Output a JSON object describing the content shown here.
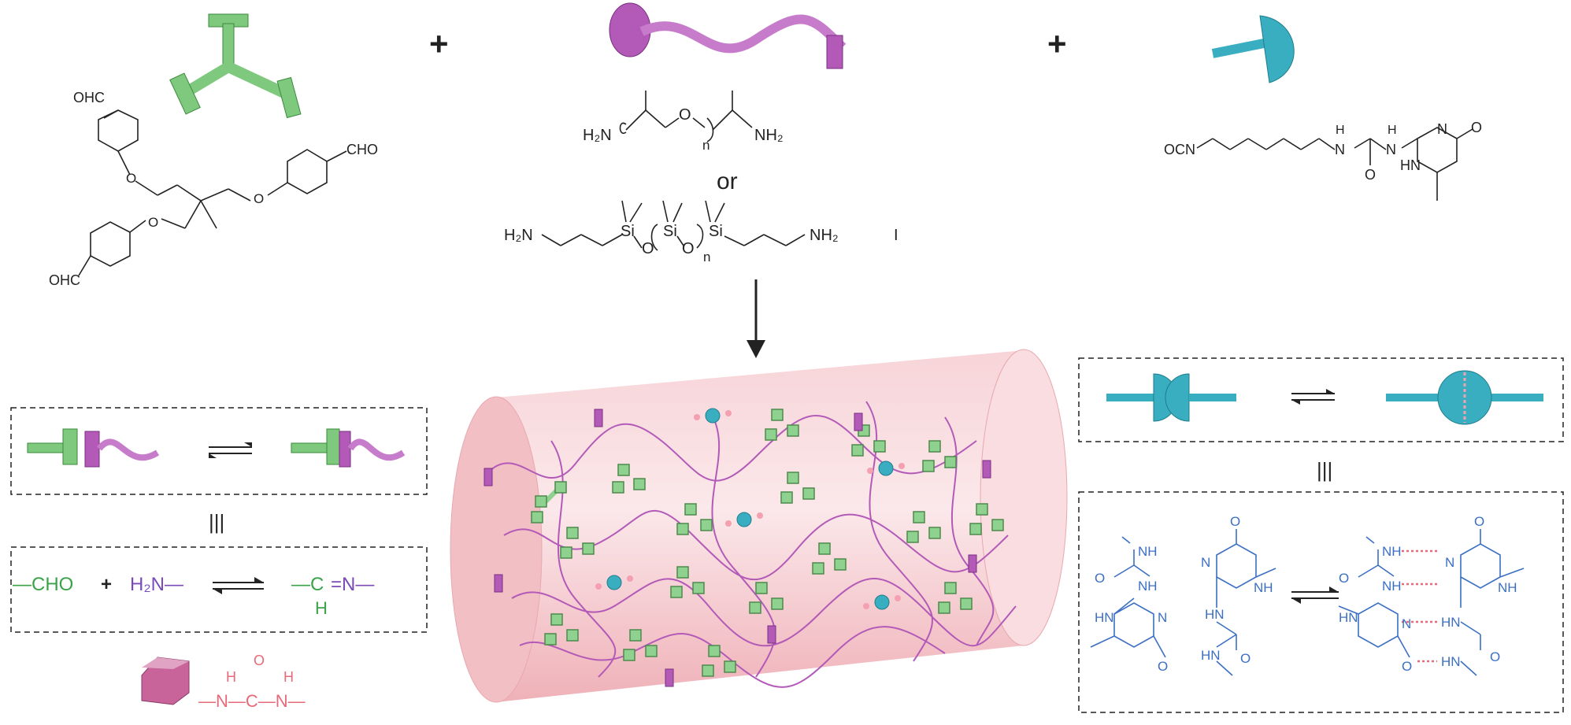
{
  "colors": {
    "green": "#7fc97f",
    "green_dark": "#3a8a3a",
    "purple": "#b35ab8",
    "purple_dark": "#7a2f82",
    "cyan": "#3aaec1",
    "blue_text": "#3b6fc4",
    "pink_text": "#e86a7a",
    "tube": "#f4c3c8",
    "ink": "#222222"
  },
  "operators": {
    "plus_1": "+",
    "plus_2": "+",
    "or": "or",
    "equiv_left": "|||",
    "equiv_right": "|||",
    "plus_mid": "+"
  },
  "pdms": {
    "h2n": "H₂N",
    "nh2": "NH₂",
    "si": "Si",
    "o": "O",
    "n": "n",
    "tail": "I"
  },
  "ppg": {
    "h2n": "H₂N",
    "nh2": "NH₂",
    "o": "O",
    "n": "n"
  },
  "crosslinker": {
    "cho": "CHO",
    "ohc_top": "OHC",
    "ohc_bottom": "OHC",
    "o": "O"
  },
  "upy": {
    "ocn": "OCN",
    "h": "H",
    "n": "N",
    "o": "O",
    "hn": "HN"
  },
  "imine": {
    "cho": "—CHO",
    "h2n": "H₂N—",
    "c": "—C",
    "n": "=N—",
    "h": "H"
  },
  "urea_legend": {
    "h1": "H",
    "h2": "H",
    "o": "O",
    "main": "—N—C—N—"
  },
  "hbond": {
    "nh": "NH",
    "hn": "HN",
    "o": "O",
    "n": "N"
  }
}
